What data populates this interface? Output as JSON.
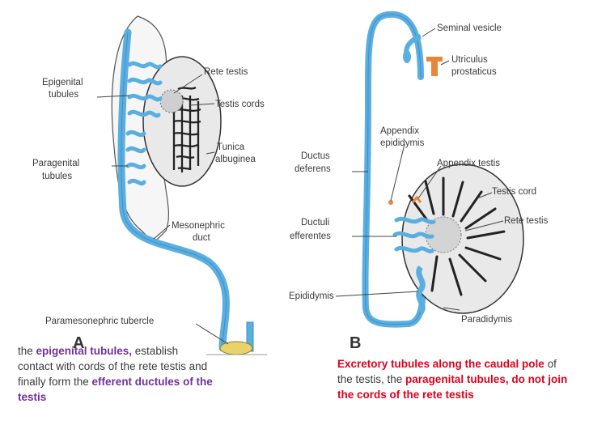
{
  "figure": {
    "panel_a": "A",
    "panel_b": "B",
    "labels_a": {
      "epigenital_1": "Epigenital",
      "epigenital_2": "tubules",
      "rete_testis": "Rete testis",
      "testis_cords": "Testis cords",
      "tunica_1": "Tunica",
      "tunica_2": "albuginea",
      "paragenital_1": "Paragenital",
      "paragenital_2": "tubules",
      "mesonephric_1": "Mesonephric",
      "mesonephric_2": "duct",
      "paramesonephric": "Paramesonephric tubercle"
    },
    "labels_b": {
      "seminal_vesicle": "Seminal vesicle",
      "utriculus_1": "Utriculus",
      "utriculus_2": "prostaticus",
      "appendix_epi_1": "Appendix",
      "appendix_epi_2": "epididymis",
      "ductus_def_1": "Ductus",
      "ductus_def_2": "deferens",
      "appendix_testis": "Appendix testis",
      "testis_cord": "Testis cord",
      "ductuli_1": "Ductuli",
      "ductuli_2": "efferentes",
      "rete_testis": "Rete testis",
      "epididymis": "Epididymis",
      "paradidymis": "Paradidymis"
    }
  },
  "caption_left": {
    "p1": "the ",
    "h1": "epigenital tubules,",
    "p2": " establish contact with cords of the rete testis and finally form the ",
    "h2": "efferent ductules of the testis"
  },
  "caption_right": {
    "r1": "Excretory tubules along the caudal pole",
    "p1": " of the testis, the ",
    "r2": "paragenital tubules, do not join the cords of the rete testis"
  },
  "colors": {
    "duct_blue": "#5aaee0",
    "duct_blue_dark": "#3f90c8",
    "testis_fill": "#e9e9e9",
    "cords": "#222222",
    "utriculus_orange": "#e8873a",
    "tubercle_yellow": "#e8d36a",
    "highlight_purple": "#7030a0",
    "highlight_red": "#e0001b"
  }
}
